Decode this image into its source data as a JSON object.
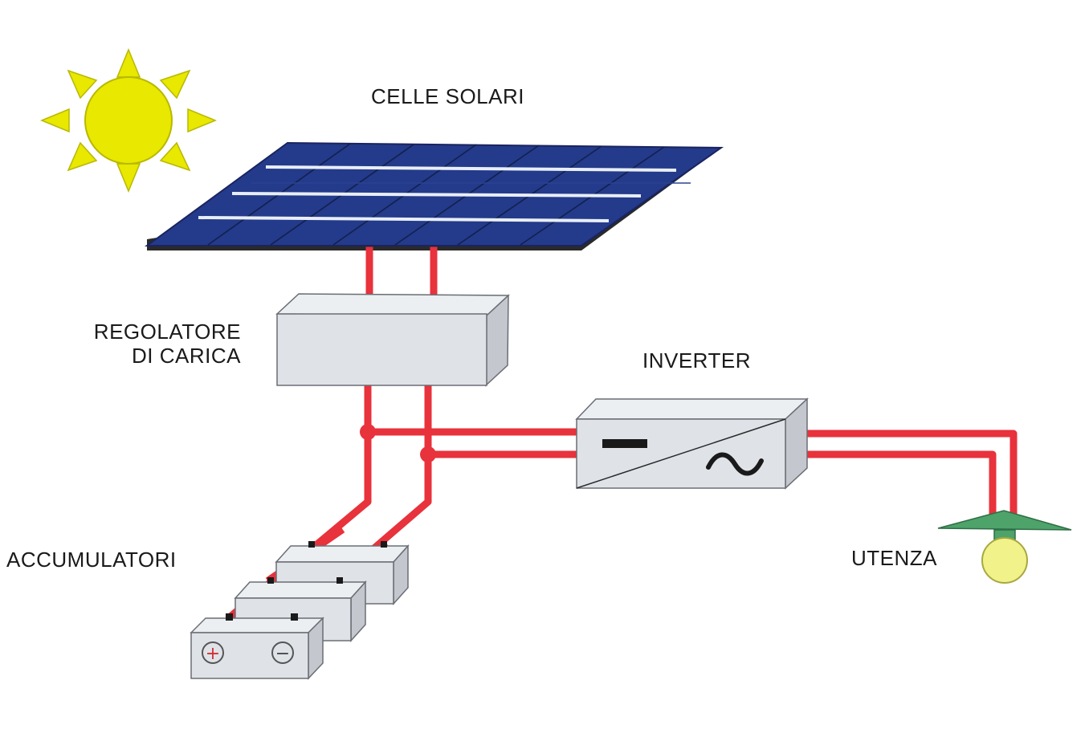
{
  "labels": {
    "panel": "CELLE SOLARI",
    "regulator_line1": "REGOLATORE",
    "regulator_line2": "DI CARICA",
    "inverter": "INVERTER",
    "batteries": "ACCUMULATORI",
    "load": "UTENZA"
  },
  "battery_symbols": {
    "positive": "+",
    "negative": "−"
  },
  "icons": {
    "sun": "sun-icon",
    "solar_panel": "solar-panel-icon",
    "charge_regulator": "box-icon",
    "inverter": "inverter-icon",
    "battery": "battery-icon",
    "lamp": "light-bulb-icon"
  },
  "colors": {
    "wire": "#e8323c",
    "sun": "#e8e800",
    "panel": "#243a8a",
    "panel_lines": "#e8eef8",
    "box": "#dfe3e8",
    "lamp_shade": "#4da36a",
    "bulb": "#f2f28a"
  }
}
